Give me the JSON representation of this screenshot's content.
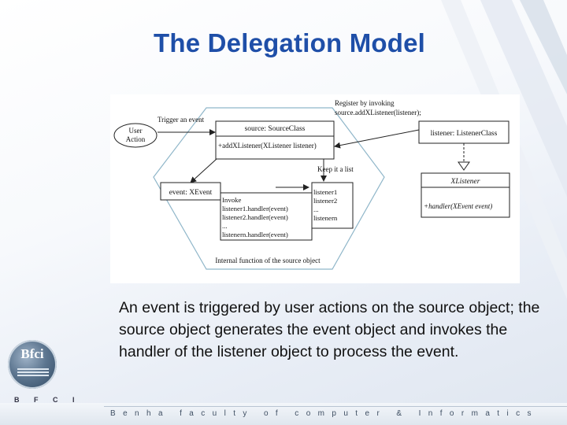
{
  "slide": {
    "title": "The Delegation Model",
    "body": "An event is triggered by user actions on the source object; the source object generates the event object and invokes the handler of the listener object to process the event.",
    "logo_text": "Bfci",
    "logo_caption": "B F C I",
    "footer": "Benha faculty of computer & Informatics"
  },
  "diagram": {
    "user_action_line1": "User",
    "user_action_line2": "Action",
    "trigger_label": "Trigger an event",
    "register_line1": "Register by invoking",
    "register_line2": "source.addXListener(listener);",
    "source_header": "source: SourceClass",
    "source_method": "+addXListener(XListener listener)",
    "listener_header": "listener: ListenerClass",
    "keep_label": "Keep it a list",
    "xlistener_header": "XListener",
    "xlistener_method": "+handler(XEvent event)",
    "event_label": "event: XEvent",
    "invoke_lines": [
      "Invoke",
      "listener1.handler(event)",
      "listener2.handler(event)",
      "...",
      "listenern.handler(event)"
    ],
    "list_lines": [
      "listener1",
      "listener2",
      "...",
      "listenern"
    ],
    "internal_label": "Internal function of the source object"
  },
  "colors": {
    "title": "#1f4fa8",
    "hexagon": "#8fb6c9",
    "diagram_line": "#222222"
  }
}
